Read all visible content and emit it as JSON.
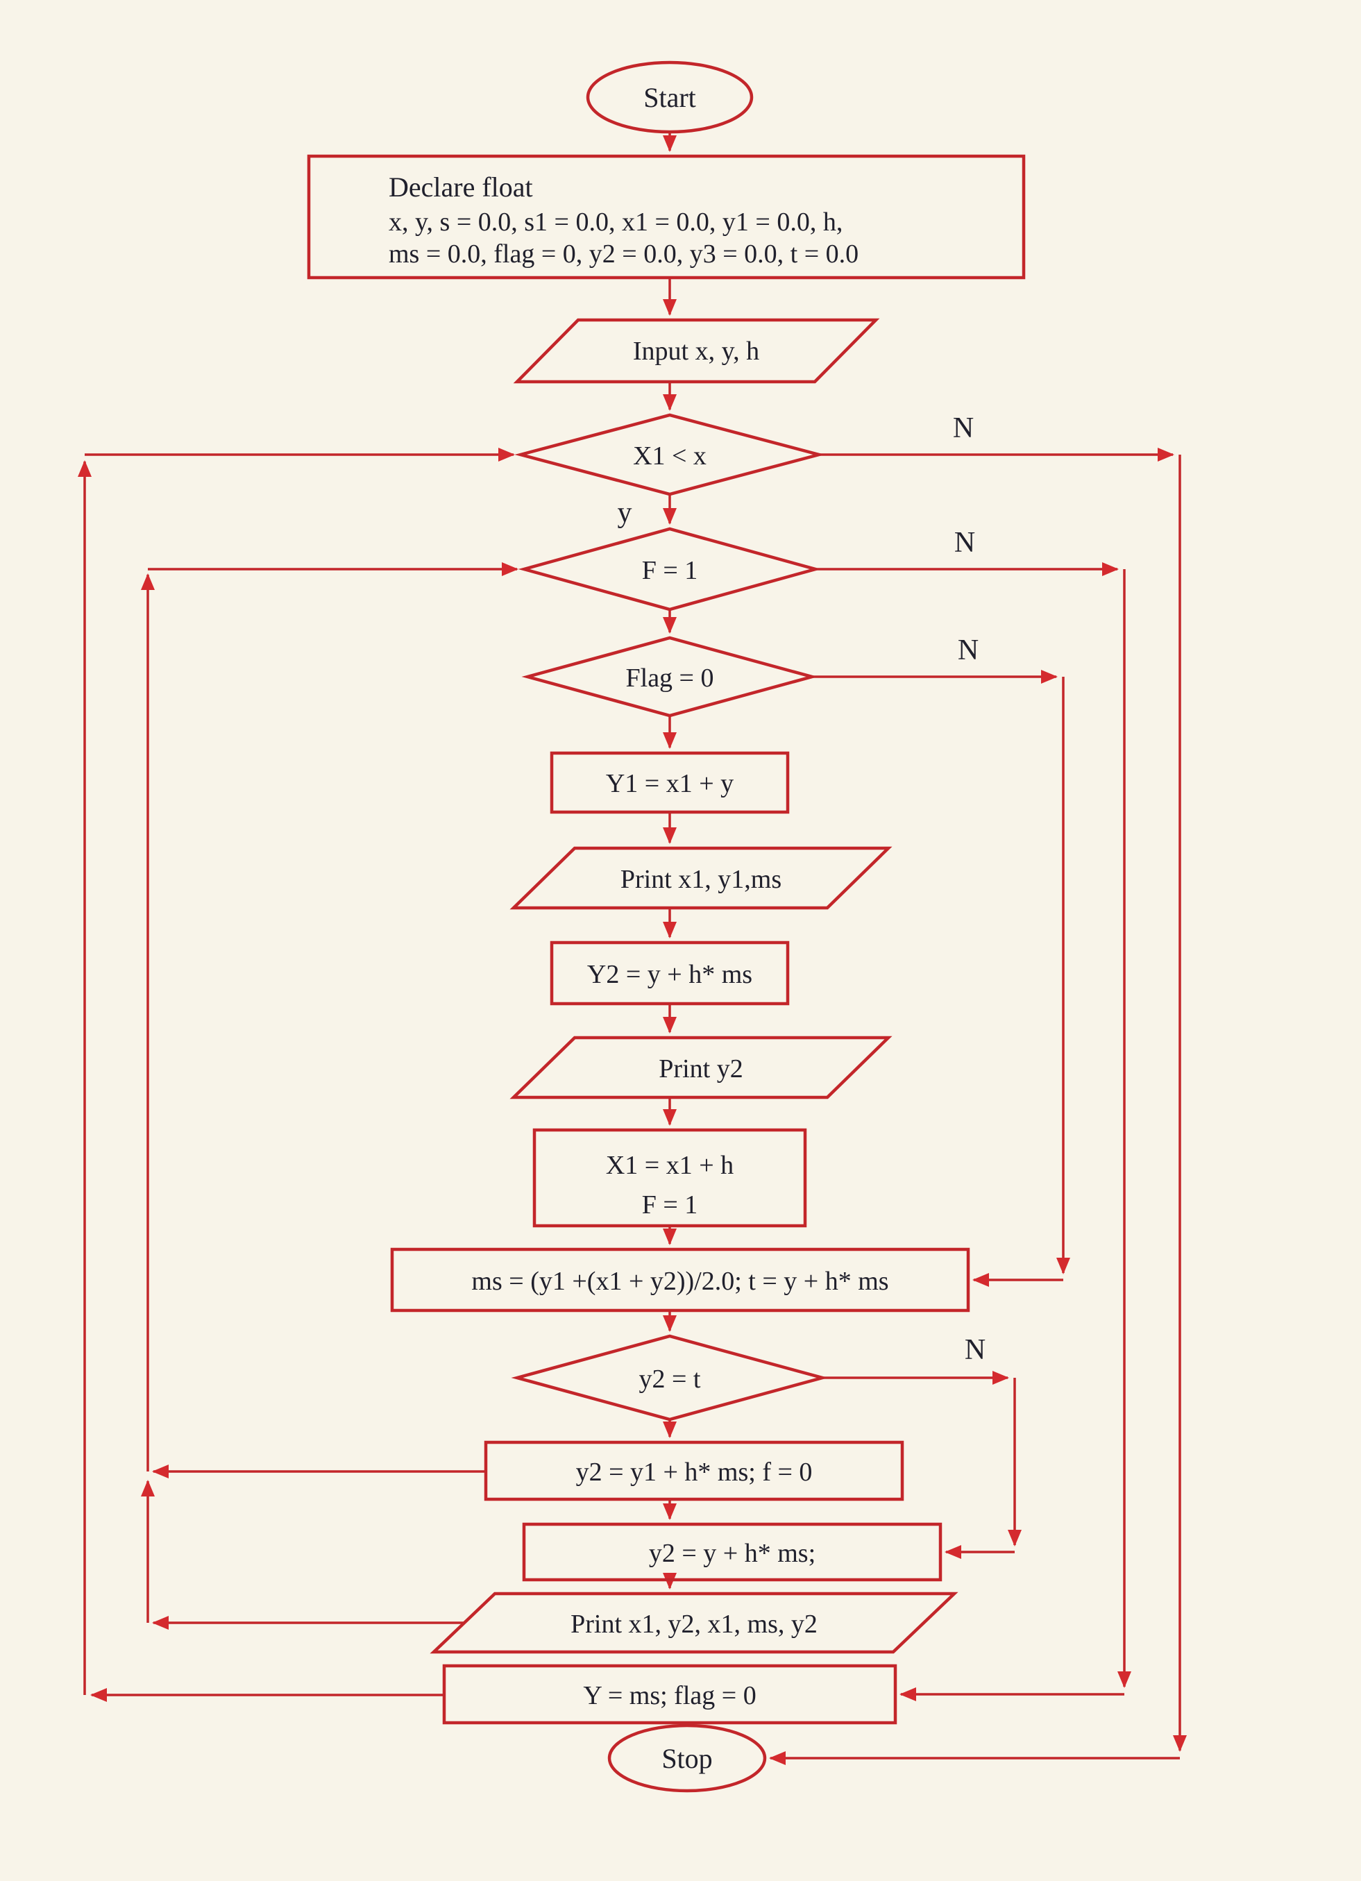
{
  "colors": {
    "paper": "#f8f4e9",
    "line": "#c3262a",
    "arrow": "#d42a2e",
    "ink": "#20202c"
  },
  "nodes": {
    "start": {
      "label": "Start"
    },
    "declare": {
      "line1": "Declare float",
      "line2": "x, y, s = 0.0, s1 = 0.0, x1 = 0.0, y1 = 0.0, h,",
      "line3": "ms = 0.0, flag = 0, y2 = 0.0, y3 = 0.0, t = 0.0"
    },
    "input": {
      "label": "Input x, y, h"
    },
    "decision_x1": {
      "label": "X1 < x",
      "yes_label": "y",
      "no_label": "N"
    },
    "decision_f": {
      "label": "F = 1",
      "no_label": "N"
    },
    "decision_flag": {
      "label": "Flag = 0",
      "no_label": "N"
    },
    "assign_y1": {
      "label": "Y1 = x1 + y"
    },
    "print1": {
      "label": "Print x1, y1,ms"
    },
    "assign_y2": {
      "label": "Y2 = y + h* ms"
    },
    "print2": {
      "label": "Print y2"
    },
    "assign_x1": {
      "line1": "X1 = x1 + h",
      "line2": "F = 1"
    },
    "assign_ms": {
      "label": "ms = (y1 +(x1 + y2))/2.0; t = y + h* ms"
    },
    "decision_y2t": {
      "label": "y2 = t",
      "no_label": "N"
    },
    "assign_y2b": {
      "label": "y2 = y1 + h* ms; f = 0"
    },
    "assign_y2c": {
      "label": "y2 = y + h* ms;"
    },
    "print3": {
      "label": "Print x1, y2, x1, ms, y2"
    },
    "assign_y": {
      "label": "Y = ms; flag = 0"
    },
    "stop": {
      "label": "Stop"
    }
  }
}
